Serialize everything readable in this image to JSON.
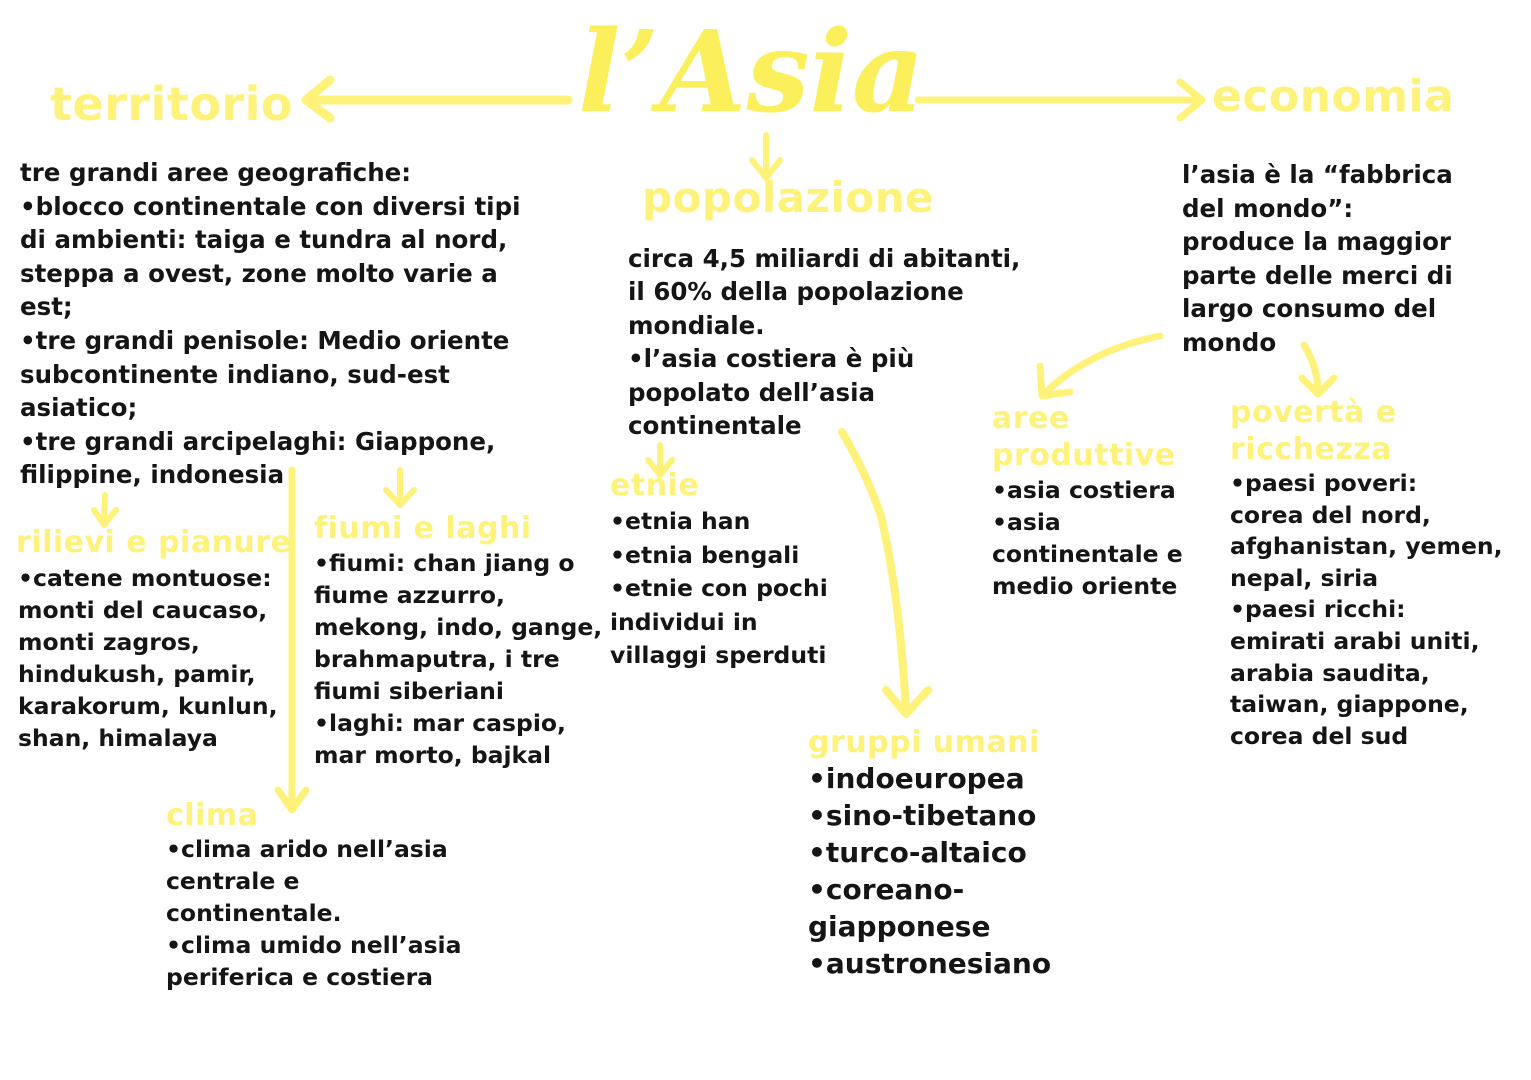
{
  "title": "l’Asia",
  "colors": {
    "accent": "#fff27a",
    "title": "#fbef5c",
    "text": "#151515"
  },
  "territorio": {
    "heading": "territorio",
    "intro": [
      "tre grandi aree geografiche:",
      "•blocco continentale con diversi tipi",
      "di ambienti: taiga e tundra al nord,",
      "steppa a ovest, zone molto varie a",
      "est;",
      "•tre grandi penisole: Medio oriente",
      "subcontinente indiano, sud-est",
      "asiatico;",
      "•tre grandi arcipelaghi: Giappone,",
      "filippine, indonesia"
    ],
    "rilievi": {
      "heading": "rilievi e pianure",
      "lines": [
        "•catene montuose:",
        "monti del caucaso,",
        "monti zagros,",
        "hindukush, pamir,",
        "karakorum, kunlun,",
        "shan, himalaya"
      ]
    },
    "fiumi": {
      "heading": "fiumi e laghi",
      "lines": [
        "•fiumi: chan jiang o",
        "fiume azzurro,",
        "mekong, indo, gange,",
        "brahmaputra, i tre",
        "fiumi siberiani",
        "•laghi: mar caspio,",
        "mar morto, bajkal"
      ]
    },
    "clima": {
      "heading": "clima",
      "lines": [
        "•clima arido nell’asia",
        "centrale e",
        "continentale.",
        "•clima umido nell’asia",
        "periferica e costiera"
      ]
    }
  },
  "popolazione": {
    "heading": "popolazione",
    "intro": [
      "circa 4,5 miliardi di abitanti,",
      "il 60% della popolazione",
      "mondiale.",
      "•l’asia costiera è più",
      "popolato dell’asia",
      "continentale"
    ],
    "etnie": {
      "heading": "etnie",
      "lines": [
        "•etnia han",
        "•etnia bengali",
        "•etnie con pochi",
        "individui in",
        "villaggi sperduti"
      ]
    },
    "gruppi": {
      "heading": "gruppi umani",
      "lines": [
        "•indoeuropea",
        "•sino-tibetano",
        "•turco-altaico",
        "•coreano-",
        "giapponese",
        "•austronesiano"
      ]
    }
  },
  "economia": {
    "heading": "economia",
    "intro": [
      "l’asia è la “fabbrica",
      "del mondo”:",
      "produce la maggior",
      "parte delle merci di",
      "largo consumo del",
      "mondo"
    ],
    "aree": {
      "heading": [
        "aree",
        "produttive"
      ],
      "lines": [
        "•asia costiera",
        "•asia",
        "continentale e",
        "medio oriente"
      ]
    },
    "poverta": {
      "heading": [
        "povertà e",
        "ricchezza"
      ],
      "lines": [
        "•paesi poveri:",
        "corea del nord,",
        "afghanistan, yemen,",
        "nepal, siria",
        "•paesi ricchi:",
        "emirati arabi uniti,",
        "arabia saudita,",
        "taiwan, giappone,",
        "corea del sud"
      ]
    }
  }
}
